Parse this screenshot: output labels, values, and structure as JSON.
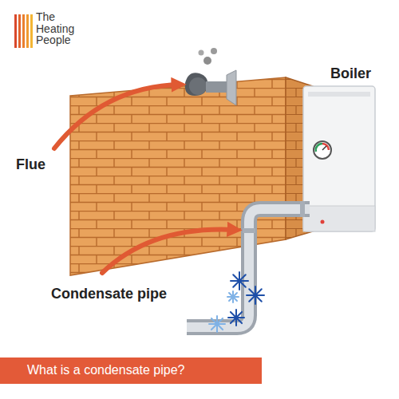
{
  "diagram": {
    "caption": "What is a condensate pipe?",
    "labels": [
      "The Heating People",
      "Flue",
      "Boiler",
      "Condensate pipe"
    ]
  }
}
